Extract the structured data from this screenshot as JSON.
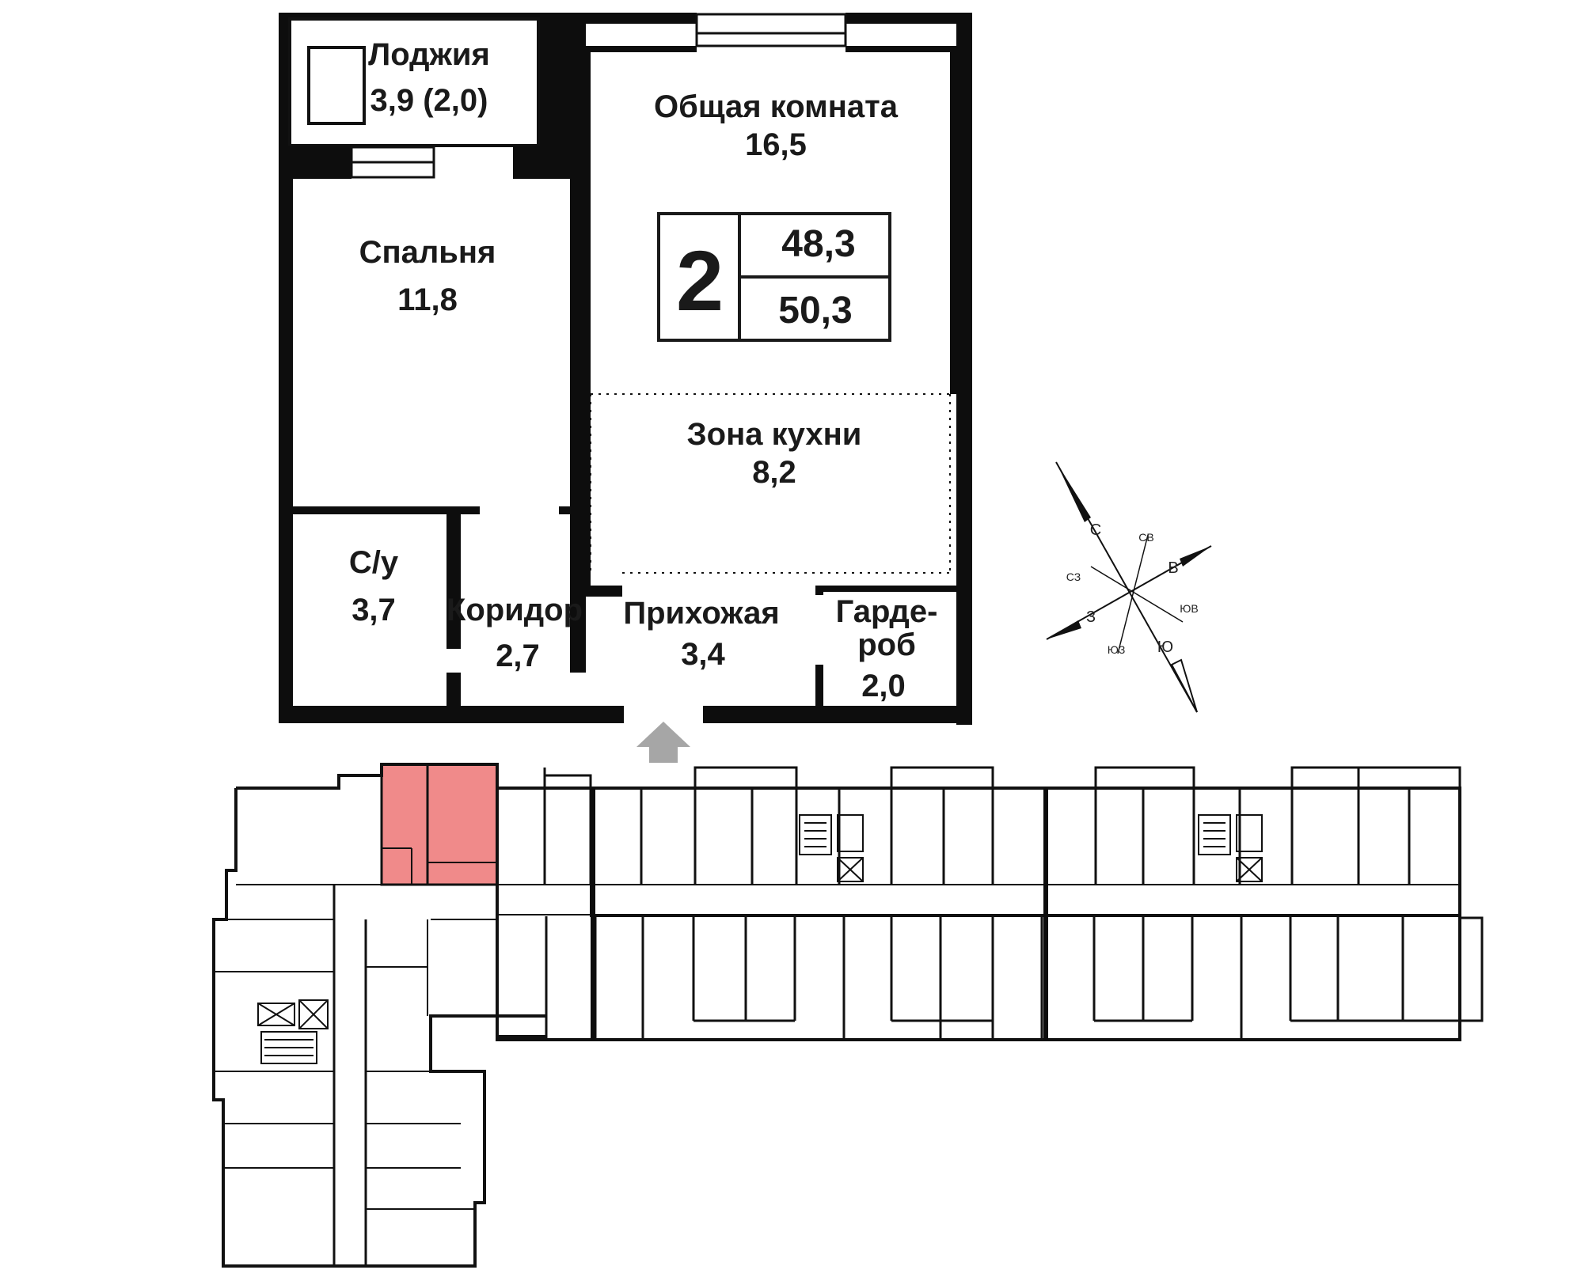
{
  "apartment": {
    "rooms": {
      "loggia": {
        "name": "Лоджия",
        "area": "3,9 (2,0)"
      },
      "living": {
        "name": "Общая комната",
        "area": "16,5"
      },
      "bedroom": {
        "name": "Спальня",
        "area": "11,8"
      },
      "kitchen": {
        "name": "Зона кухни",
        "area": "8,2"
      },
      "bathroom": {
        "name": "С/у",
        "area": "3,7"
      },
      "corridor": {
        "name": "Коридор",
        "area": "2,7"
      },
      "hall": {
        "name": "Прихожая",
        "area": "3,4"
      },
      "wardrobe": {
        "name_line1": "Гарде-",
        "name_line2": "роб",
        "area": "2,0"
      }
    },
    "badge": {
      "rooms_count": "2",
      "living_area": "48,3",
      "total_area": "50,3"
    }
  },
  "compass": {
    "n": "С",
    "s": "Ю",
    "e": "В",
    "w": "З",
    "ne": "СВ",
    "nw": "СЗ",
    "se": "ЮВ",
    "sw": "ЮЗ"
  },
  "colors": {
    "highlight": "#f08a8a",
    "walls": "#0d0d0d",
    "entry_arrow": "#a6a6a6"
  }
}
